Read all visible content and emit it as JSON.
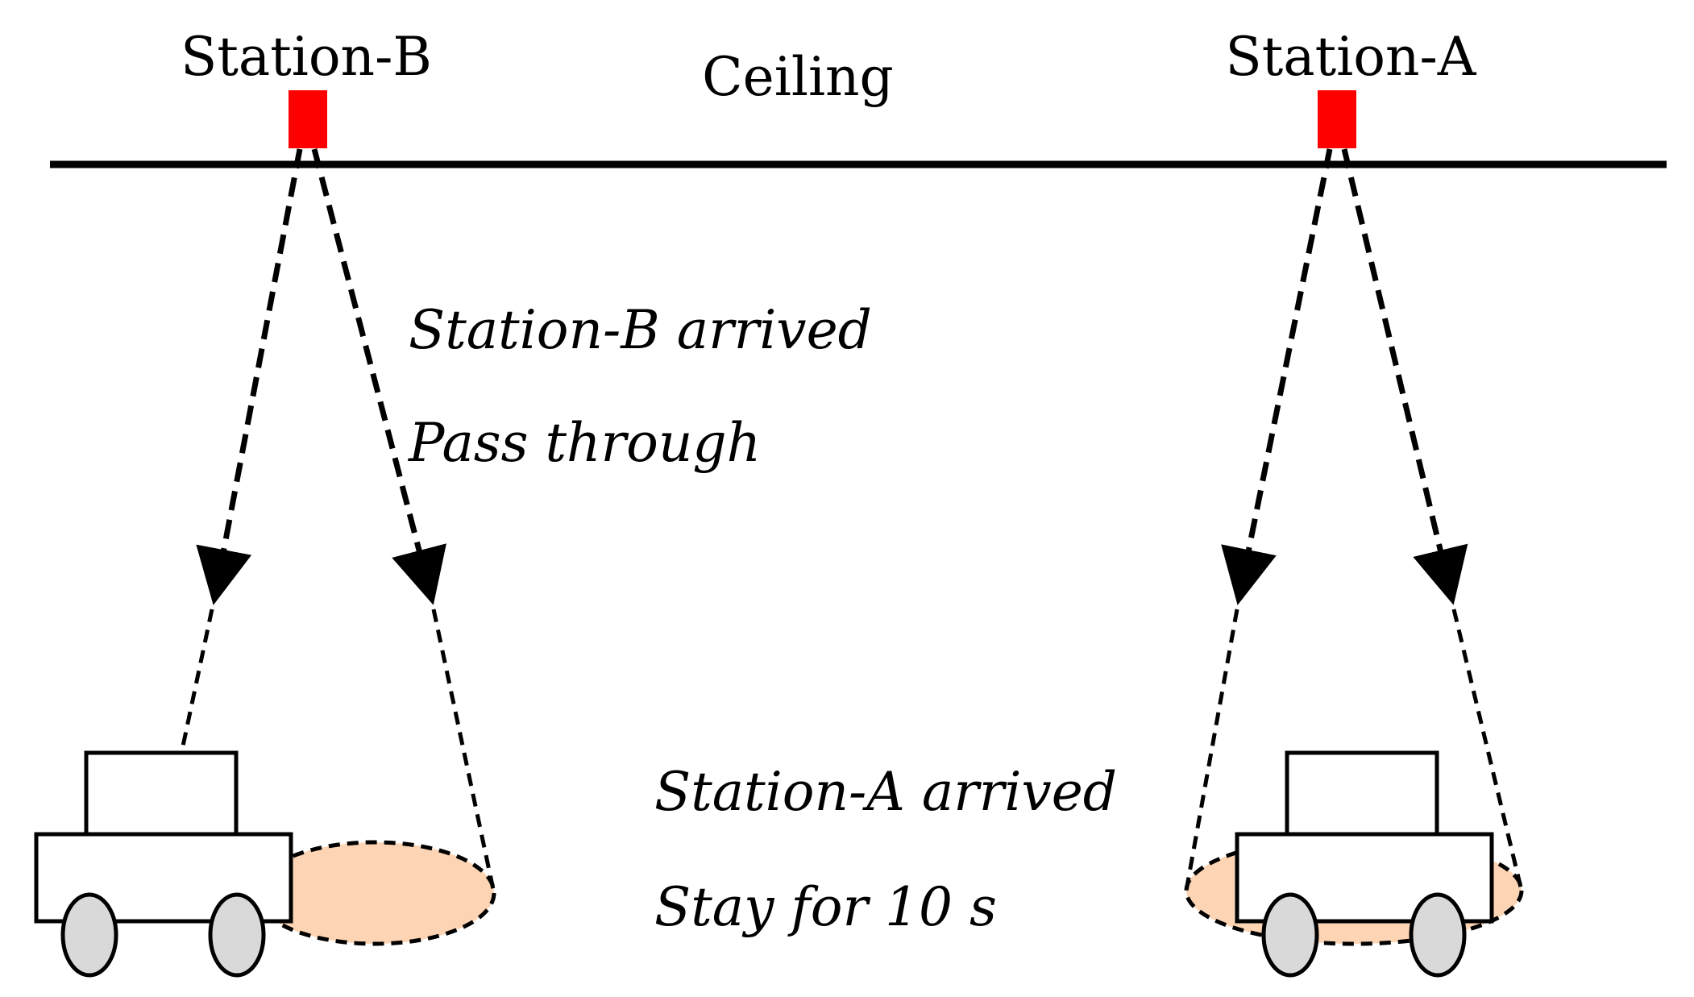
{
  "labels": {
    "ceiling": "Ceiling",
    "station_b": "Station-B",
    "station_a": "Station-A",
    "b_arrived": "Station-B arrived",
    "b_action": "Pass through",
    "a_arrived": "Station-A arrived",
    "a_action": "Stay for 10 s"
  },
  "colors": {
    "station": "#ff0000",
    "coverage": "#fdd5b4",
    "line": "#000000",
    "wheel": "#d9d9d9",
    "vehicle": "#ffffff"
  },
  "icons": {
    "station": "red-square-transmitter",
    "vehicle": "cart-with-wheels"
  }
}
